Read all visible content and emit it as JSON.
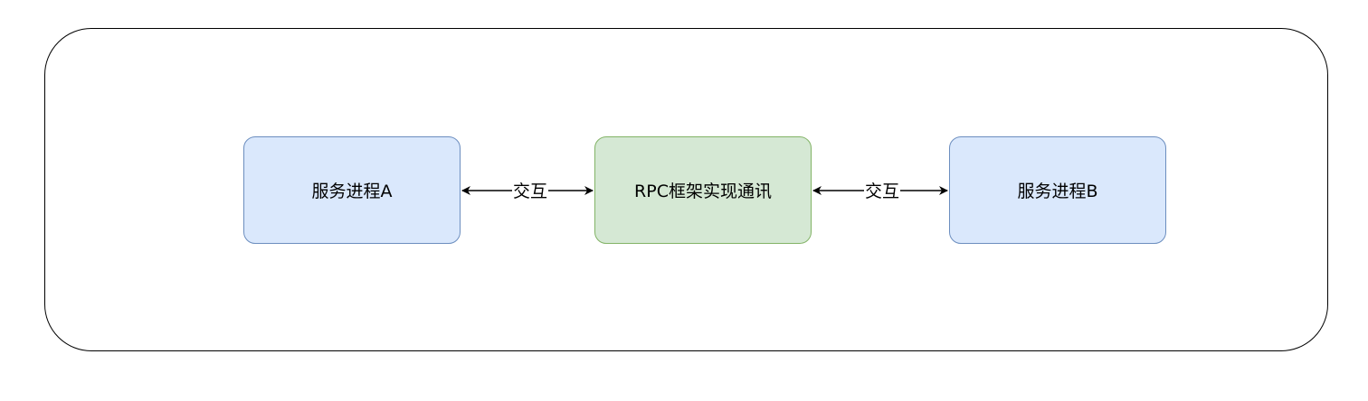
{
  "diagram": {
    "nodes": {
      "service_a": {
        "label": "服务进程A",
        "fill": "#dae8fc",
        "stroke": "#6c8ebf"
      },
      "rpc": {
        "label": "RPC框架实现通讯",
        "fill": "#d5e8d4",
        "stroke": "#82b366"
      },
      "service_b": {
        "label": "服务进程B",
        "fill": "#dae8fc",
        "stroke": "#6c8ebf"
      }
    },
    "edges": [
      {
        "from": "service_a",
        "to": "rpc",
        "label": "交互",
        "direction": "bidirectional"
      },
      {
        "from": "rpc",
        "to": "service_b",
        "label": "交互",
        "direction": "bidirectional"
      }
    ]
  }
}
